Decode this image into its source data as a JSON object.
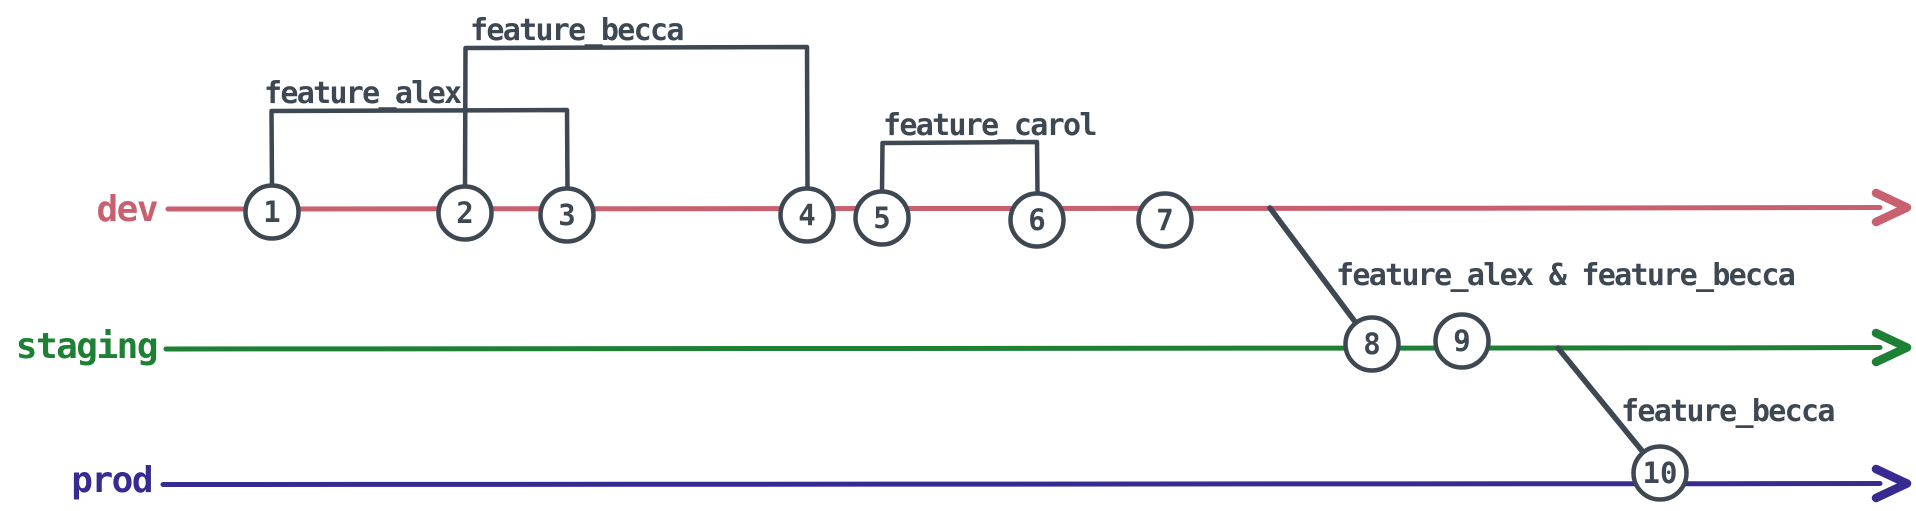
{
  "diagram": {
    "type": "git-branch-timeline",
    "ink_color": "#3E4852",
    "background": "#FFFFFF"
  },
  "branches": [
    {
      "name": "dev",
      "color": "#C9606F"
    },
    {
      "name": "staging",
      "color": "#1E8034"
    },
    {
      "name": "prod",
      "color": "#372B91"
    }
  ],
  "commits": [
    {
      "label": "1",
      "branch": "dev"
    },
    {
      "label": "2",
      "branch": "dev"
    },
    {
      "label": "3",
      "branch": "dev"
    },
    {
      "label": "4",
      "branch": "dev"
    },
    {
      "label": "5",
      "branch": "dev"
    },
    {
      "label": "6",
      "branch": "dev"
    },
    {
      "label": "7",
      "branch": "dev"
    },
    {
      "label": "8",
      "branch": "staging"
    },
    {
      "label": "9",
      "branch": "staging"
    },
    {
      "label": "10",
      "branch": "prod"
    }
  ],
  "feature_brackets": [
    {
      "label": "feature_alex",
      "branch": "dev",
      "from_commit": "1",
      "to_commit": "3"
    },
    {
      "label": "feature_becca",
      "branch": "dev",
      "from_commit": "2",
      "to_commit": "4"
    },
    {
      "label": "feature_carol",
      "branch": "dev",
      "from_commit": "5",
      "to_commit": "6"
    }
  ],
  "merges": [
    {
      "label": "feature_alex & feature_becca",
      "from_branch": "dev",
      "to_branch": "staging",
      "to_commit": "8"
    },
    {
      "label": "feature_becca",
      "from_branch": "staging",
      "to_branch": "prod",
      "to_commit": "10"
    }
  ]
}
